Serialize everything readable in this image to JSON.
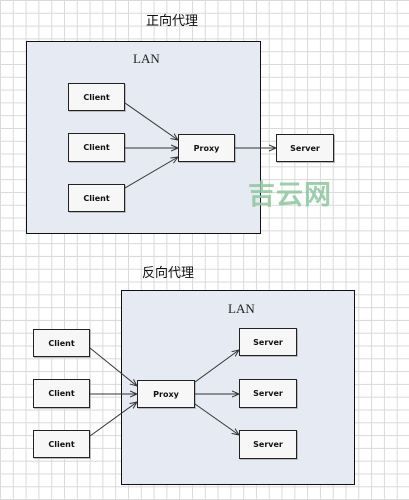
{
  "forward": {
    "title": "正向代理",
    "lan_label": "LAN",
    "clients": [
      "Client",
      "Client",
      "Client"
    ],
    "proxy": "Proxy",
    "server": "Server"
  },
  "reverse": {
    "title": "反向代理",
    "lan_label": "LAN",
    "clients": [
      "Client",
      "Client",
      "Client"
    ],
    "proxy": "Proxy",
    "servers": [
      "Server",
      "Server",
      "Server"
    ]
  },
  "watermark": "吉云网",
  "colors": {
    "lan_fill": "#e6eaf3",
    "node_fill": "#f7f7f7",
    "watermark": "#8cc79e"
  }
}
